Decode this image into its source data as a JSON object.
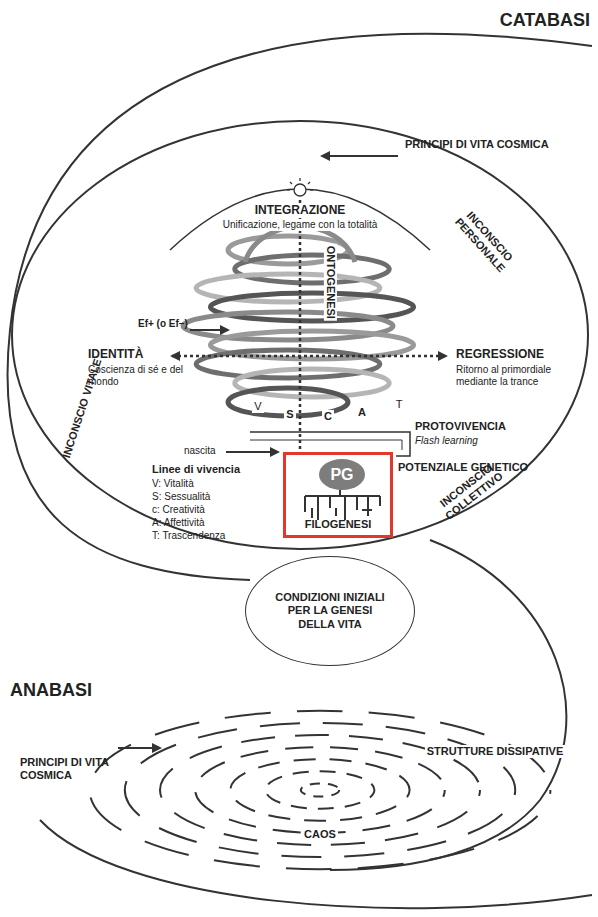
{
  "diagram": {
    "nodes": [
      {
        "text": [
          "FILOGENESI"
        ]
      },
      {
        "text": [
          "PG"
        ],
        "in": 0
      },
      {
        "text": [
          "CONDIZIONI INIZIALI PER LA GENESI DELLA VITA"
        ]
      }
    ],
    "labels": [
      "CATABASI",
      "PRINCIPI DI VITA COSMICA",
      "INTEGRAZIONE",
      "Unificazione, legame con la totalità",
      "INCONSCIO PERSONALE",
      "ONTOGENESI",
      "Ef+ (o Ef–)",
      "IDENTITÀ",
      "Coscienza di sé e del mondo",
      "REGRESSIONE",
      "Ritorno al primordiale mediante la trance",
      "V",
      "S",
      "C",
      "A",
      "T",
      "INCONSCIO VITALE",
      "nascita",
      "PROTOVIVENCIA",
      "Flash learning",
      "Linee di vivencia",
      "V: Vitalità",
      "S: Sessualità",
      "c: Creatività",
      "A: Affettività",
      "T: Trascendenza",
      "POTENZIALE GENETICO",
      "INCONSCIO COLLETTIVO",
      "ANABASI",
      "PRINCIPI DI VITA COSMICA",
      "STRUTTURE DISSIPATIVE",
      "CAOS"
    ]
  }
}
